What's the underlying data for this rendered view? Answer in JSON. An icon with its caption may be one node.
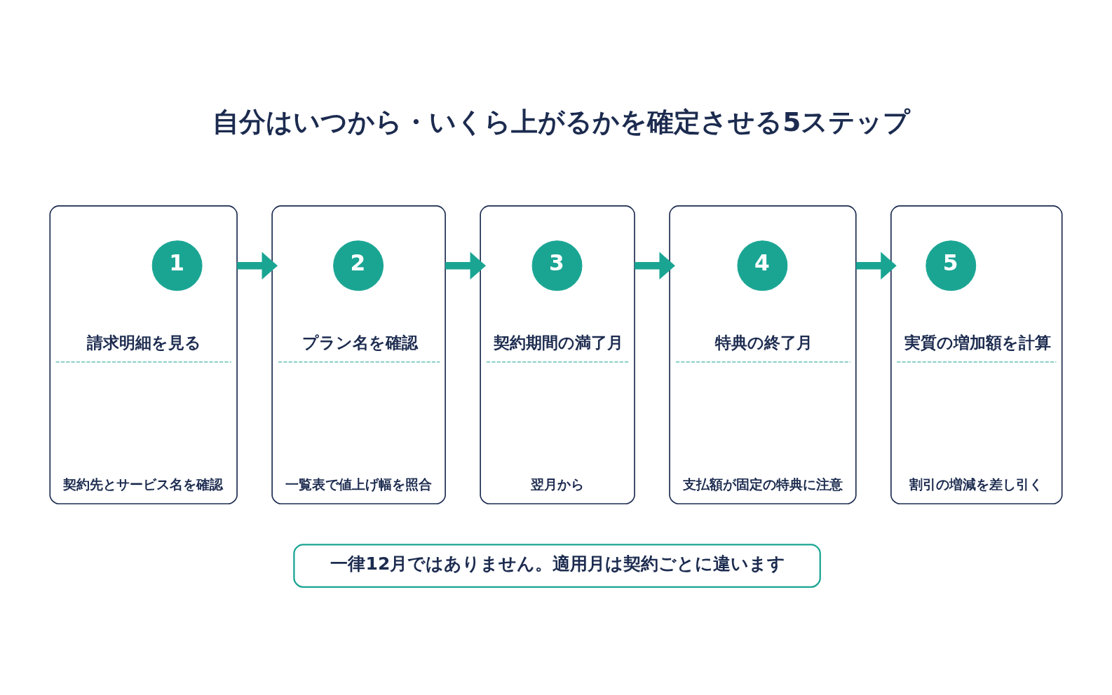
{
  "diagram": {
    "title": "自分はいつから・いくら上がるかを確定させる5ステップ",
    "nodes": [
      {
        "text": [
          "請求明細を見る",
          "契約先とサービス名を確認"
        ]
      },
      {
        "text": [
          "1"
        ],
        "in": 0
      },
      {
        "text": [
          "プラン名を確認",
          "一覧表で値上げ幅を照合"
        ]
      },
      {
        "text": [
          "2"
        ],
        "in": 2
      },
      {
        "text": [
          "契約期間の満了月",
          "翌月から"
        ]
      },
      {
        "text": [
          "3"
        ],
        "in": 4
      },
      {
        "text": [
          "特典の終了月",
          "支払額が固定の特典に注意"
        ]
      },
      {
        "text": [
          "4"
        ],
        "in": 6
      },
      {
        "text": [
          "実質の増加額を計算",
          "割引の増減を差し引く"
        ]
      },
      {
        "text": [
          "5"
        ],
        "in": 8
      },
      {
        "text": [
          "一律12月ではありません。適用月は契約ごとに違います"
        ]
      }
    ],
    "edges": [
      {
        "from": 0,
        "to": 2,
        "arrow": "to"
      },
      {
        "from": 2,
        "to": 4,
        "arrow": "to"
      },
      {
        "from": 4,
        "to": 6,
        "arrow": "to"
      },
      {
        "from": 6,
        "to": 8,
        "arrow": "to"
      }
    ]
  }
}
